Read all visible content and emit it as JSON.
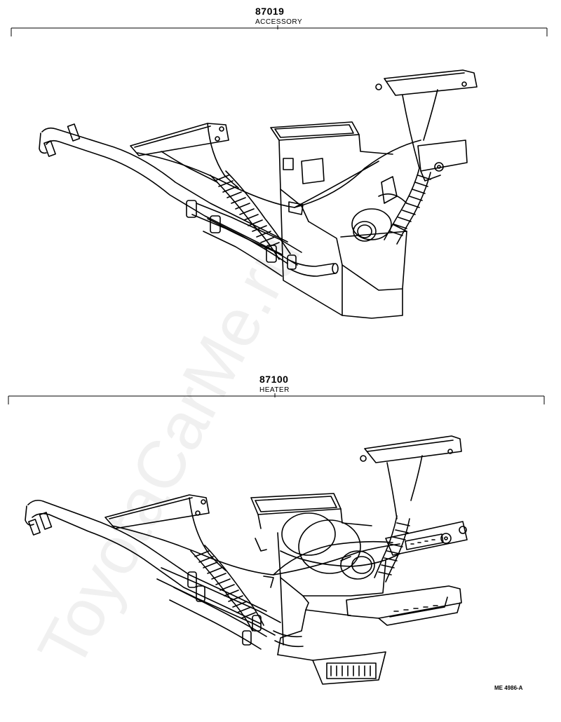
{
  "sections": [
    {
      "code": "87019",
      "name": "ACCESSORY"
    },
    {
      "code": "87100",
      "name": "HEATER"
    }
  ],
  "figure_ref": "ME 4986-A",
  "watermark": "ToyotaCarMe.ru"
}
